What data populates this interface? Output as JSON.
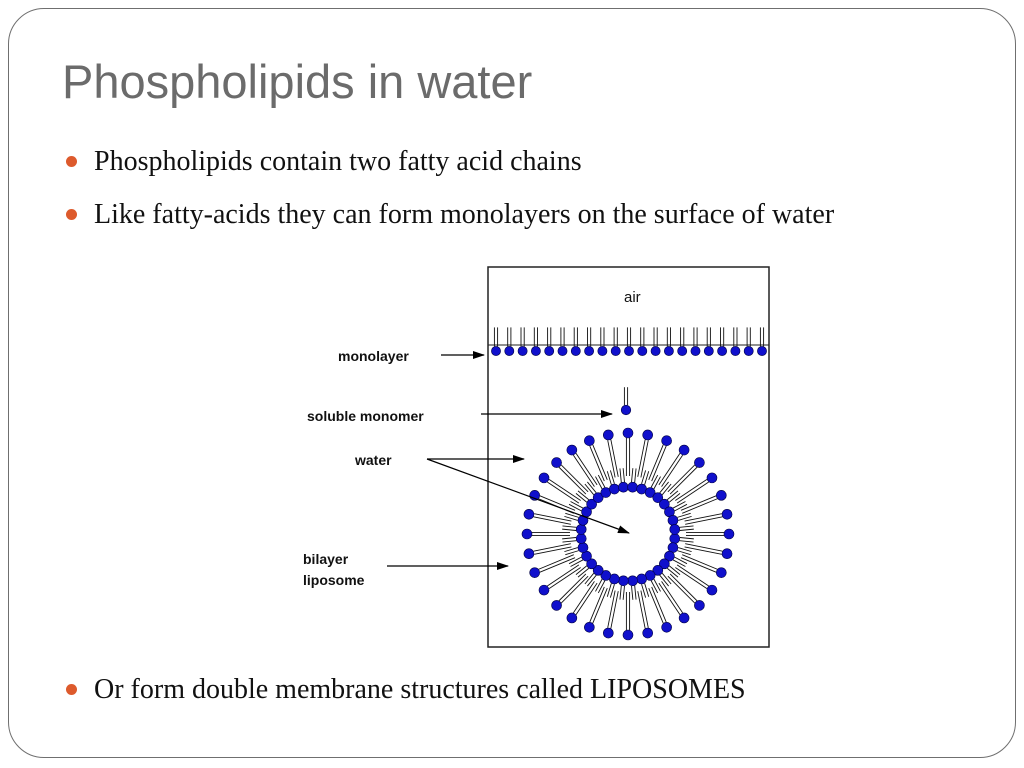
{
  "slide": {
    "title": "Phospholipids in water",
    "bullets": [
      "Phospholipids contain two fatty acid chains",
      "Like fatty-acids they can form monolayers on the surface of water",
      "Or form double membrane structures called LIPOSOMES"
    ]
  },
  "diagram": {
    "air_label": "air",
    "labels": {
      "monolayer": "monolayer",
      "soluble_monomer": "soluble monomer",
      "water": "water",
      "bilayer_line1": "bilayer",
      "bilayer_line2": "liposome"
    },
    "colors": {
      "head": "#1010cc",
      "bullet": "#dd5a2c",
      "title": "#6b6b6b"
    }
  }
}
